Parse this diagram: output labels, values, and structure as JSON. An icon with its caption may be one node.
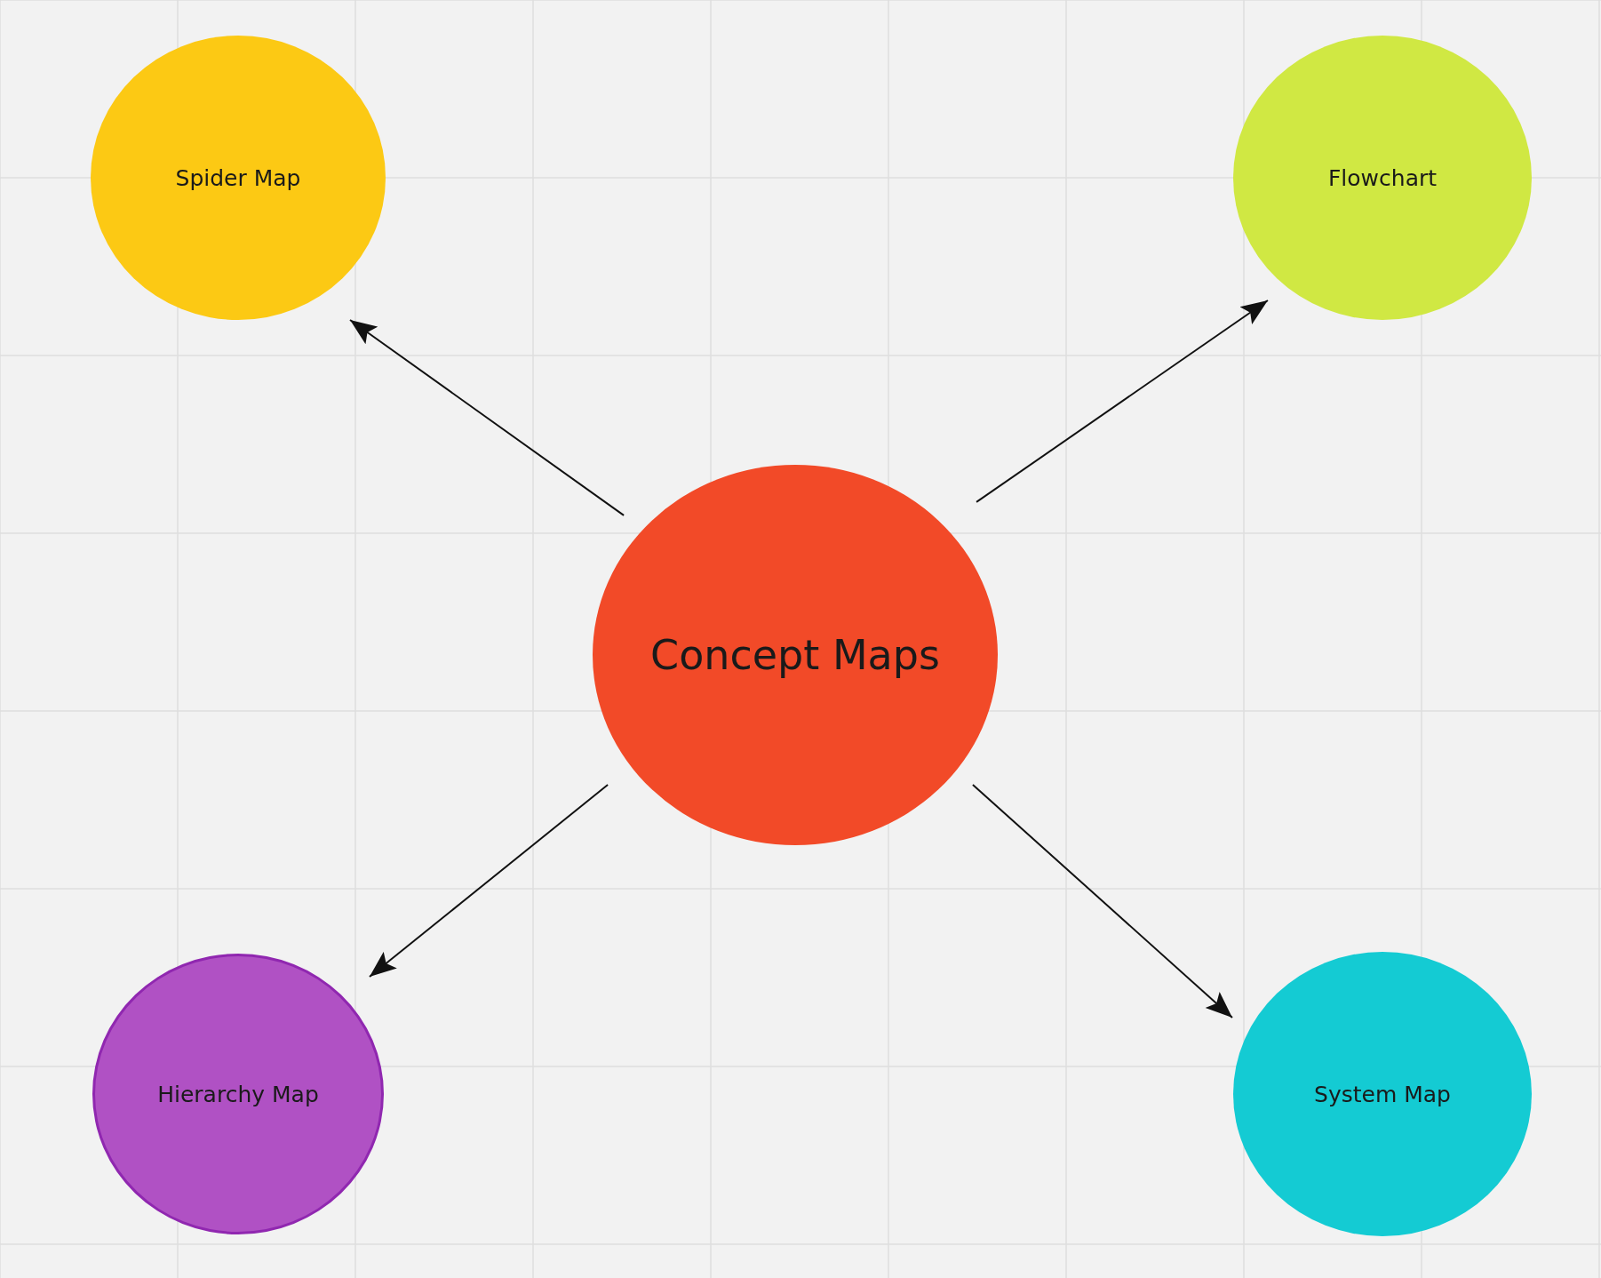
{
  "diagram": {
    "nodes": [
      {
        "text": [
          "Spider Map"
        ]
      },
      {
        "text": [
          "Flowchart"
        ]
      },
      {
        "text": [
          "Concept Maps"
        ]
      },
      {
        "text": [
          "Hierarchy Map"
        ]
      },
      {
        "text": [
          "System Map"
        ]
      }
    ],
    "edges": [
      {
        "from": 2,
        "to": 0,
        "arrow": "to"
      },
      {
        "from": 2,
        "to": 1,
        "arrow": "to"
      },
      {
        "from": 2,
        "to": 3,
        "arrow": "to"
      },
      {
        "from": 2,
        "to": 4,
        "arrow": "to"
      }
    ]
  }
}
